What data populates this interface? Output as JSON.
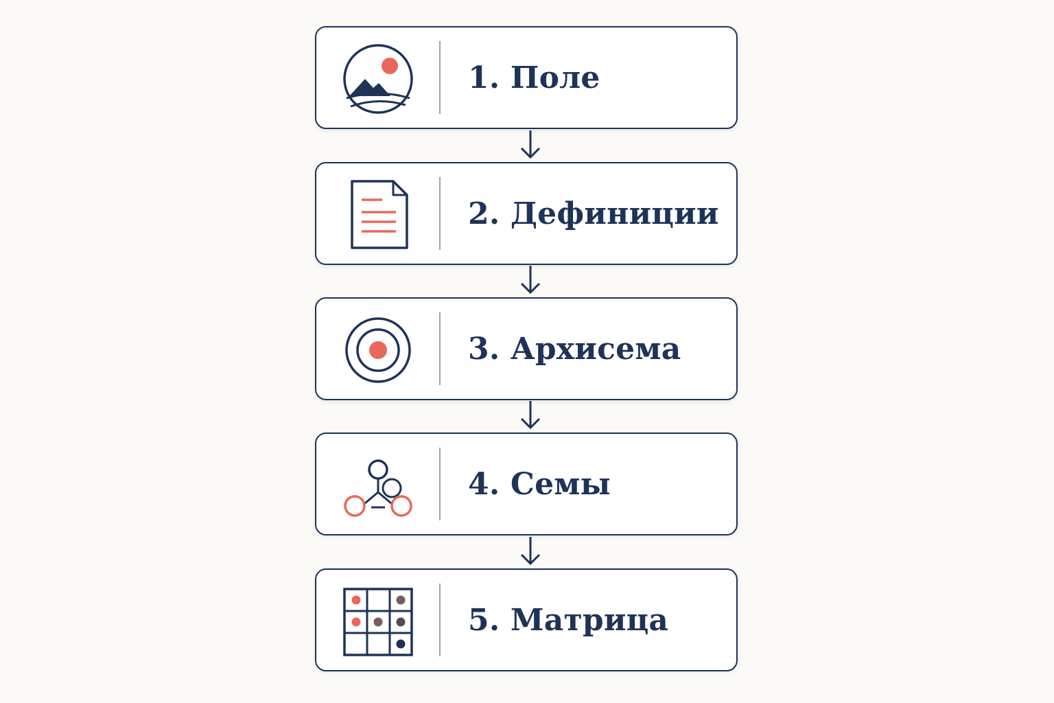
{
  "steps": [
    {
      "label": "1. Поле",
      "icon": "landscape-icon"
    },
    {
      "label": "2. Дефиниции",
      "icon": "document-icon"
    },
    {
      "label": "3. Архисема",
      "icon": "target-icon"
    },
    {
      "label": "4. Семы",
      "icon": "network-icon"
    },
    {
      "label": "5. Матрица",
      "icon": "matrix-grid-icon"
    }
  ],
  "colors": {
    "navy": "#1e3357",
    "coral": "#e8685a",
    "brown": "#7a5c5c",
    "background": "#fbfaf7"
  }
}
